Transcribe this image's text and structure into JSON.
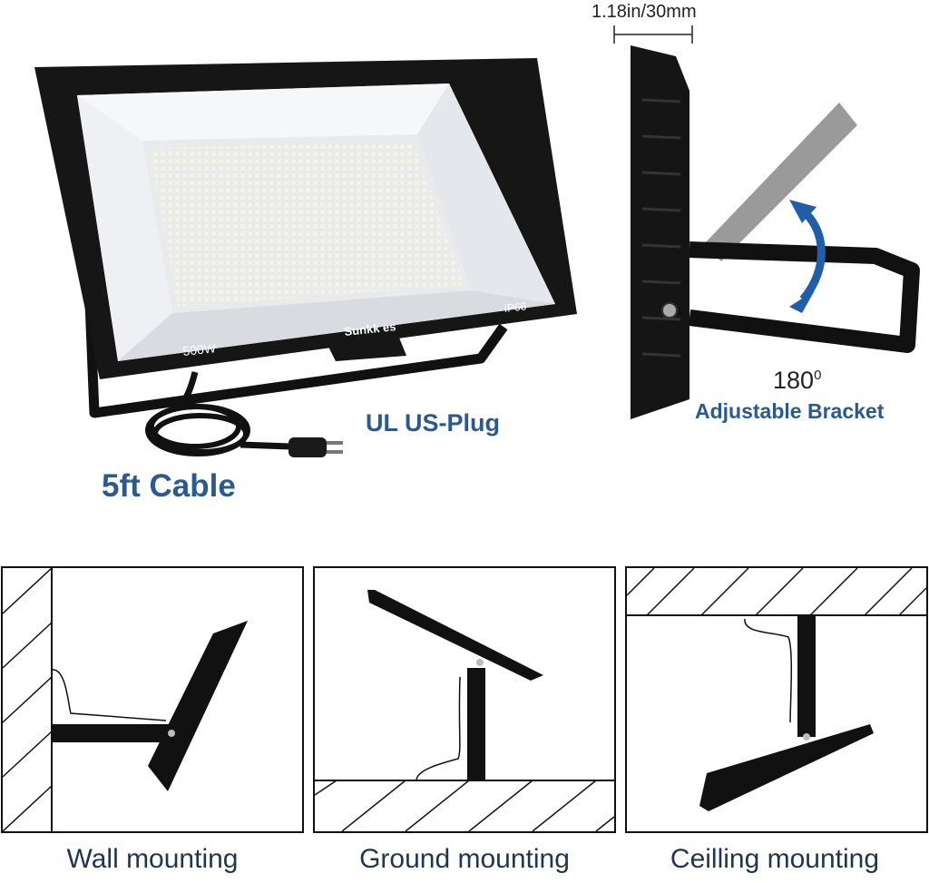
{
  "product": {
    "brand": "Sunkk es",
    "wattage": "500W",
    "ip_rating": "IP66"
  },
  "callouts": {
    "cable": "5ft Cable",
    "plug": "UL US-Plug",
    "thickness": "1.18in/30mm",
    "rotation_value": "180",
    "rotation_unit": "0",
    "bracket": "Adjustable Bracket"
  },
  "mounting": {
    "wall": "Wall mounting",
    "ground": "Ground mounting",
    "ceiling": "Ceilling mounting"
  },
  "colors": {
    "label_blue": "#2a5a8e",
    "arrow_blue": "#1f5fa8",
    "housing": "#161616"
  }
}
